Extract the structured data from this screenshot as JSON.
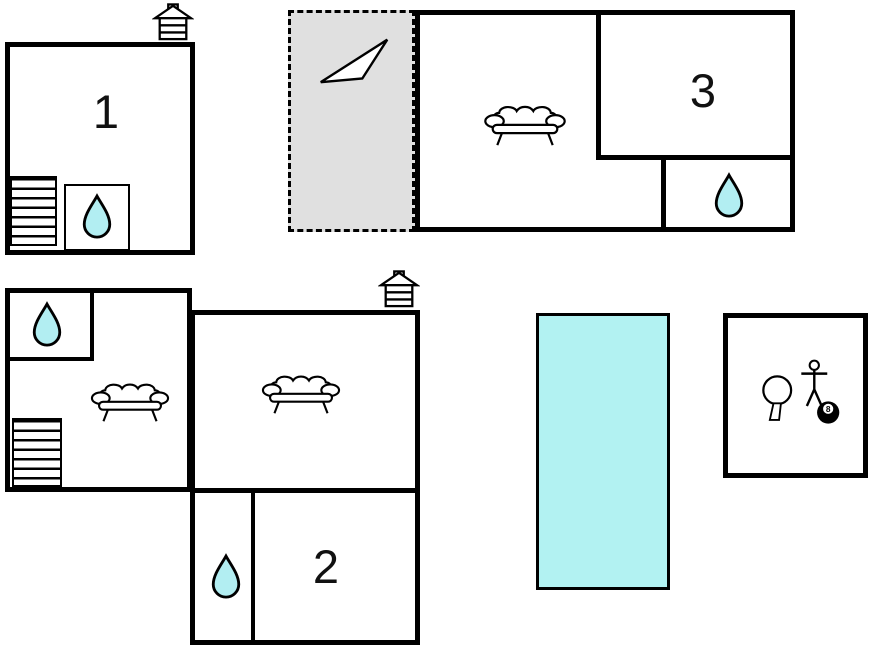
{
  "rooms": {
    "room1": {
      "label": "1"
    },
    "room2": {
      "label": "2"
    },
    "room3": {
      "label": "3"
    }
  },
  "games": {
    "eight_ball_label": "8"
  },
  "colors": {
    "wall": "#000000",
    "water": "#b2eef2",
    "pool": "#b2f2f2",
    "terrace": "#e0e0e0",
    "background": "#ffffff"
  },
  "icons": {
    "water-drop-icon": "teardrop",
    "staircase-icon": "striped-rectangle",
    "sofa-icon": "sofa-front-view",
    "house-vent-icon": "house-with-chimney",
    "north-arrow-icon": "elongated-triangle",
    "table-tennis-icon": "paddle",
    "foosball-player-icon": "stick-figure-with-bar",
    "eight-ball-icon": "black-ball-number-8"
  }
}
